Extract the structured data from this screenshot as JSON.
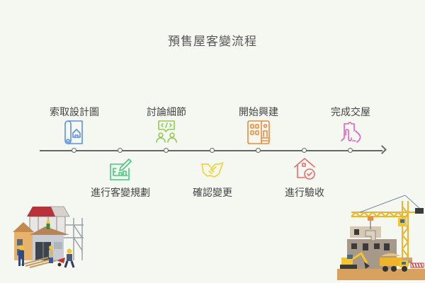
{
  "title": "預售屋客變流程",
  "timeline": {
    "line_color": "#666666",
    "dots_x": [
      105,
      170,
      235,
      300,
      365,
      430,
      495
    ]
  },
  "steps": [
    {
      "order": 1,
      "label": "索取設計圖",
      "position": "top",
      "icon": "blueprint-house-icon",
      "color": "#5b8def"
    },
    {
      "order": 2,
      "label": "進行客變規劃",
      "position": "bottom",
      "icon": "drawing-pencil-icon",
      "color": "#3ecf7a"
    },
    {
      "order": 3,
      "label": "討論細節",
      "position": "top",
      "icon": "discussion-code-icon",
      "color": "#8fd14f"
    },
    {
      "order": 4,
      "label": "確認變更",
      "position": "bottom",
      "icon": "handshake-icon",
      "color": "#f0d43a"
    },
    {
      "order": 5,
      "label": "開始興建",
      "position": "top",
      "icon": "building-icon",
      "color": "#f08a3c"
    },
    {
      "order": 6,
      "label": "進行驗收",
      "position": "bottom",
      "icon": "house-check-icon",
      "color": "#ee6b6b"
    },
    {
      "order": 7,
      "label": "完成交屋",
      "position": "top",
      "icon": "hand-key-icon",
      "color": "#e65fc0"
    }
  ],
  "illustrations": {
    "left": "house-construction-workers",
    "right": "crane-building-site"
  }
}
